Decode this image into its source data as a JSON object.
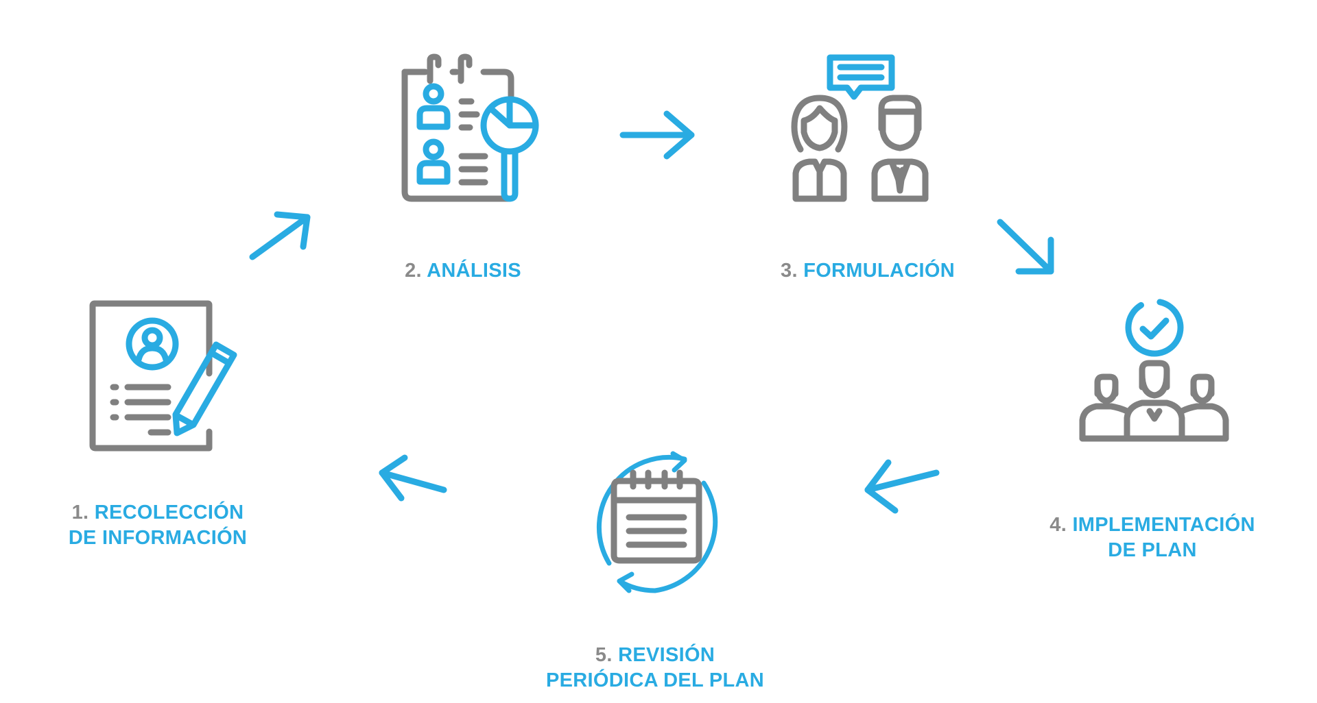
{
  "colors": {
    "accent": "#29abe2",
    "gray": "#808080",
    "label_number": "#8a8a8a",
    "background": "#ffffff"
  },
  "steps": [
    {
      "number": "1.",
      "title_line1": "RECOLECCIÓN",
      "title_line2": "DE INFORMACIÓN",
      "icon": "form-with-pencil-icon"
    },
    {
      "number": "2.",
      "title_line1": "ANÁLISIS",
      "icon": "clipboard-magnifier-chart-icon"
    },
    {
      "number": "3.",
      "title_line1": "FORMULACIÓN",
      "icon": "two-people-conversation-icon"
    },
    {
      "number": "4.",
      "title_line1": "IMPLEMENTACIÓN",
      "title_line2": "DE PLAN",
      "icon": "team-with-check-icon"
    },
    {
      "number": "5.",
      "title_line1": "REVISIÓN",
      "title_line2": "PERIÓDICA DEL PLAN",
      "icon": "calendar-refresh-icon"
    }
  ],
  "arrows": [
    {
      "from": "1",
      "to": "2",
      "direction": "up-right"
    },
    {
      "from": "2",
      "to": "3",
      "direction": "right"
    },
    {
      "from": "3",
      "to": "4",
      "direction": "down-right"
    },
    {
      "from": "4",
      "to": "5",
      "direction": "left"
    },
    {
      "from": "5",
      "to": "1",
      "direction": "left"
    }
  ]
}
